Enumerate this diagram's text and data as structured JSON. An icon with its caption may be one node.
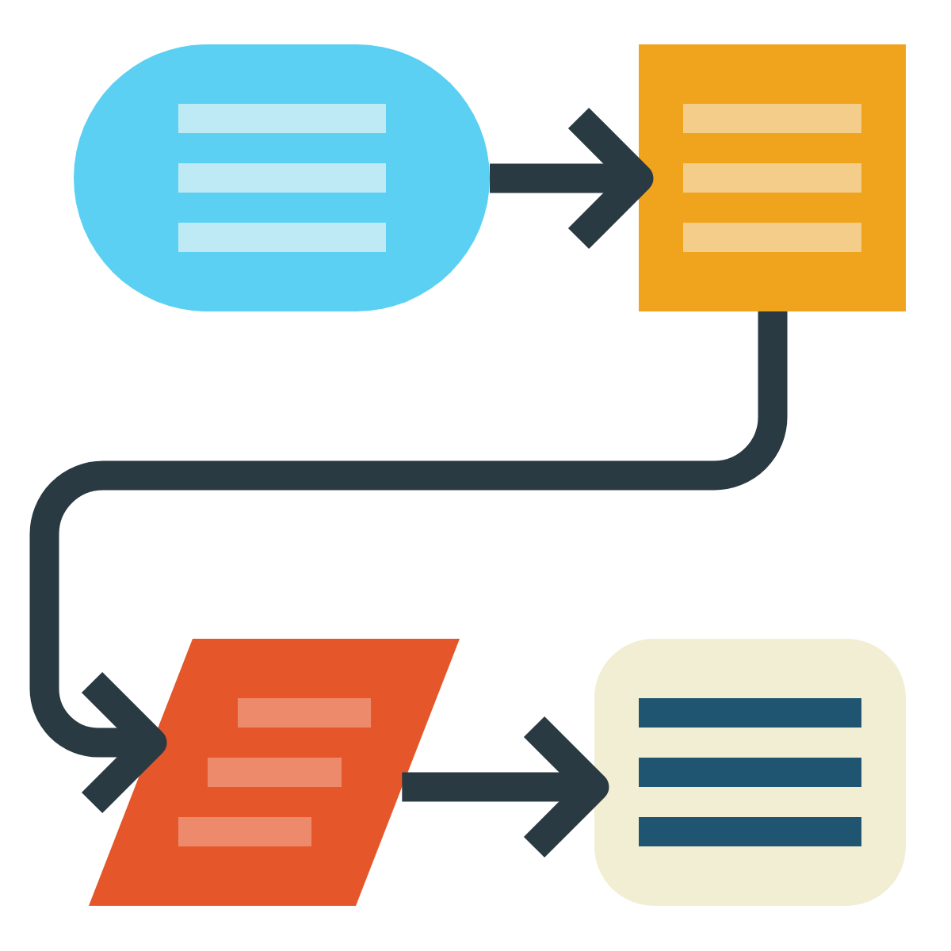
{
  "diagram": {
    "nodes": [
      {
        "text": [],
        "shape": "oval"
      },
      {
        "text": [],
        "shape": "box"
      },
      {
        "text": [],
        "shape": "parallelogram"
      },
      {
        "text": [],
        "shape": "box"
      }
    ],
    "edges": [
      {
        "from": 0,
        "to": 1,
        "arrow": "to"
      },
      {
        "from": 1,
        "to": 2,
        "arrow": "to"
      },
      {
        "from": 2,
        "to": 3,
        "arrow": "to"
      }
    ]
  }
}
